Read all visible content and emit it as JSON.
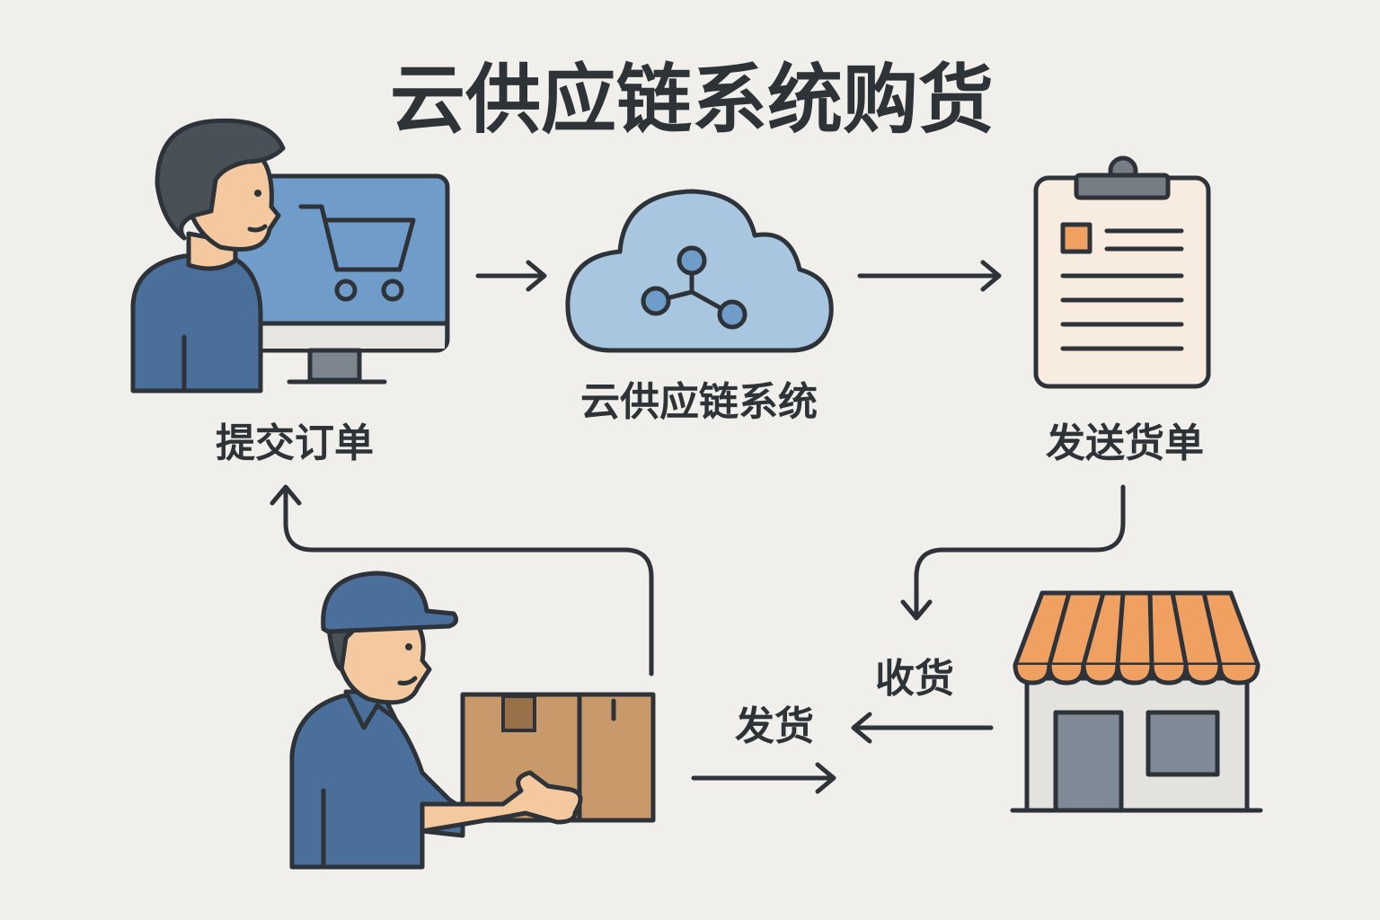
{
  "title": "云供应链系统购货",
  "steps": {
    "submit_order": "提交订单",
    "cloud_system": "云供应链系统",
    "send_invoice": "发送货单",
    "receive_goods": "收货",
    "ship_goods": "发货"
  },
  "colors": {
    "background": "#f1efeb",
    "stroke": "#2d3338",
    "blue": "#4a6f9a",
    "light_blue": "#a9c6e0",
    "orange": "#f0a060",
    "box": "#c8996a"
  }
}
